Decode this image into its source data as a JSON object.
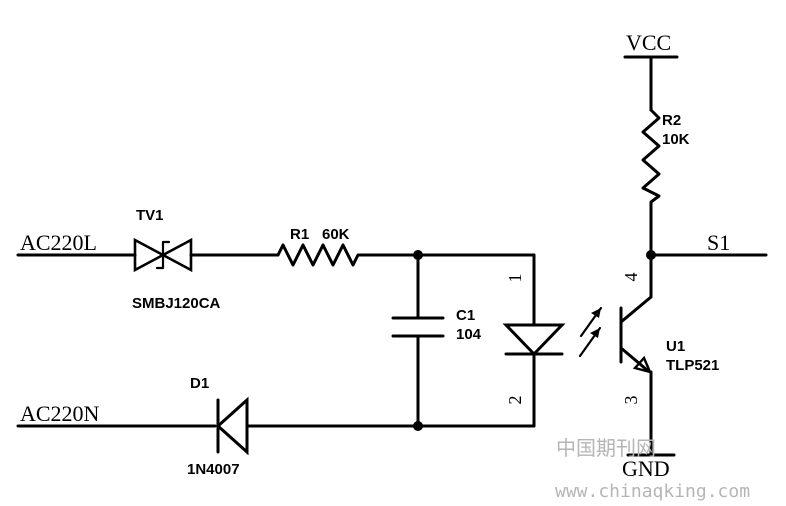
{
  "nets": {
    "vcc": "VCC",
    "gnd": "GND",
    "ac_l": "AC220L",
    "ac_n": "AC220N",
    "s1": "S1"
  },
  "components": {
    "tv1": {
      "ref": "TV1",
      "value": "SMBJ120CA"
    },
    "r1": {
      "ref": "R1",
      "value": "60K"
    },
    "c1": {
      "ref": "C1",
      "value": "104"
    },
    "d1": {
      "ref": "D1",
      "value": "1N4007"
    },
    "r2": {
      "ref": "R2",
      "value": "10K"
    },
    "u1": {
      "ref": "U1",
      "value": "TLP521"
    }
  },
  "pins": {
    "p1": "1",
    "p2": "2",
    "p3": "3",
    "p4": "4"
  },
  "watermark": {
    "cn": "中国期刊网",
    "url": "www.chinaqking.com"
  },
  "colors": {
    "ink": "#000000",
    "watermark": "#b5b5b5"
  }
}
